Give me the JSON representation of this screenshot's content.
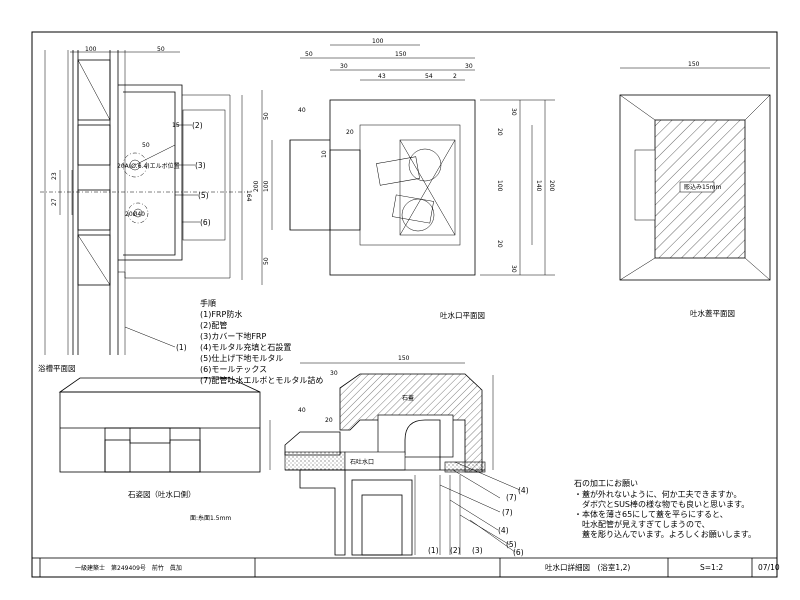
{
  "titles": {
    "bath_plan": "浴槽平面図",
    "spout_plan": "吐水口平面図",
    "cover_plan": "吐水蓋平面図",
    "stone_elev": "石姿図（吐水口側）",
    "chamfer": "面:糸面1.5mm"
  },
  "procedure": {
    "heading": "手順",
    "steps": [
      "(1)FRP防水",
      "(2)配管",
      "(3)カバー下地FRP",
      "(4)モルタル充填と石設置",
      "(5)仕上げ下地モルタル",
      "(6)モールテックス",
      "(7)配管吐水エルボとモルタル詰め"
    ]
  },
  "request": {
    "heading": "石の加工にお願い",
    "lines": [
      "・蓋が外れないように、何か工夫できますか。",
      "　ダボ穴とSUS棒の様な物でも良いと思います。",
      "・本体を薄さ65にして蓋を平らにすると、",
      "　吐水配管が見えすぎてしまうので、",
      "　蓋を彫り込んでいます。よろしくお願いします。"
    ]
  },
  "section_labels": {
    "lid": "石蓋",
    "spout": "石吐水口"
  },
  "plan_labels": {
    "elbow": "20A(Ø.6.4)エルボ位置",
    "pipe": "20Ø40",
    "engrave": "彫込み15mm"
  },
  "callouts": [
    "(1)",
    "(2)",
    "(3)",
    "(4)",
    "(5)",
    "(6)",
    "(7)"
  ],
  "dims": {
    "d100": "100",
    "d50": "50",
    "d150": "150",
    "d200": "200",
    "d30": "30",
    "d40": "40",
    "d43": "43",
    "d54": "54",
    "d2": "2",
    "d20": "20",
    "d10": "10",
    "d140": "140",
    "d164": "164",
    "d23": "23",
    "d27": "27",
    "d15": "15"
  },
  "title_block": {
    "office": "一級建築士　第249409号　前竹　眞加",
    "drawing": "吐水口詳細図　(浴室1,2)",
    "scale": "S=1:2",
    "page": "07/10"
  }
}
